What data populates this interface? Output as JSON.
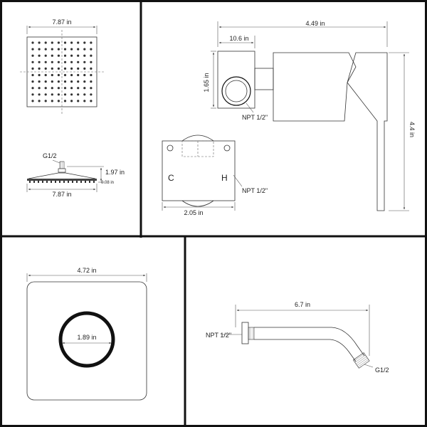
{
  "shower_head": {
    "top_width_label": "7.87 in",
    "connector_label": "G1/2",
    "height_label": "1.97 in",
    "thickness_label": "0.08 in",
    "side_width_label": "7.87 in"
  },
  "valve": {
    "overall_width_label": "4.49 in",
    "body_width_label": "10.6 in",
    "body_height_label": "1.65 in",
    "overall_height_label": "4.4 in",
    "npt_label_side": "NPT 1/2\"",
    "npt_label_front": "NPT 1/2\"",
    "cold_label": "C",
    "hot_label": "H",
    "front_width_label": "2.05 in"
  },
  "trim_plate": {
    "width_label": "4.72 in",
    "hole_label": "1.89 in"
  },
  "shower_arm": {
    "length_label": "6.7 in",
    "inlet_label": "NPT 1/2\"",
    "outlet_label": "G1/2"
  }
}
